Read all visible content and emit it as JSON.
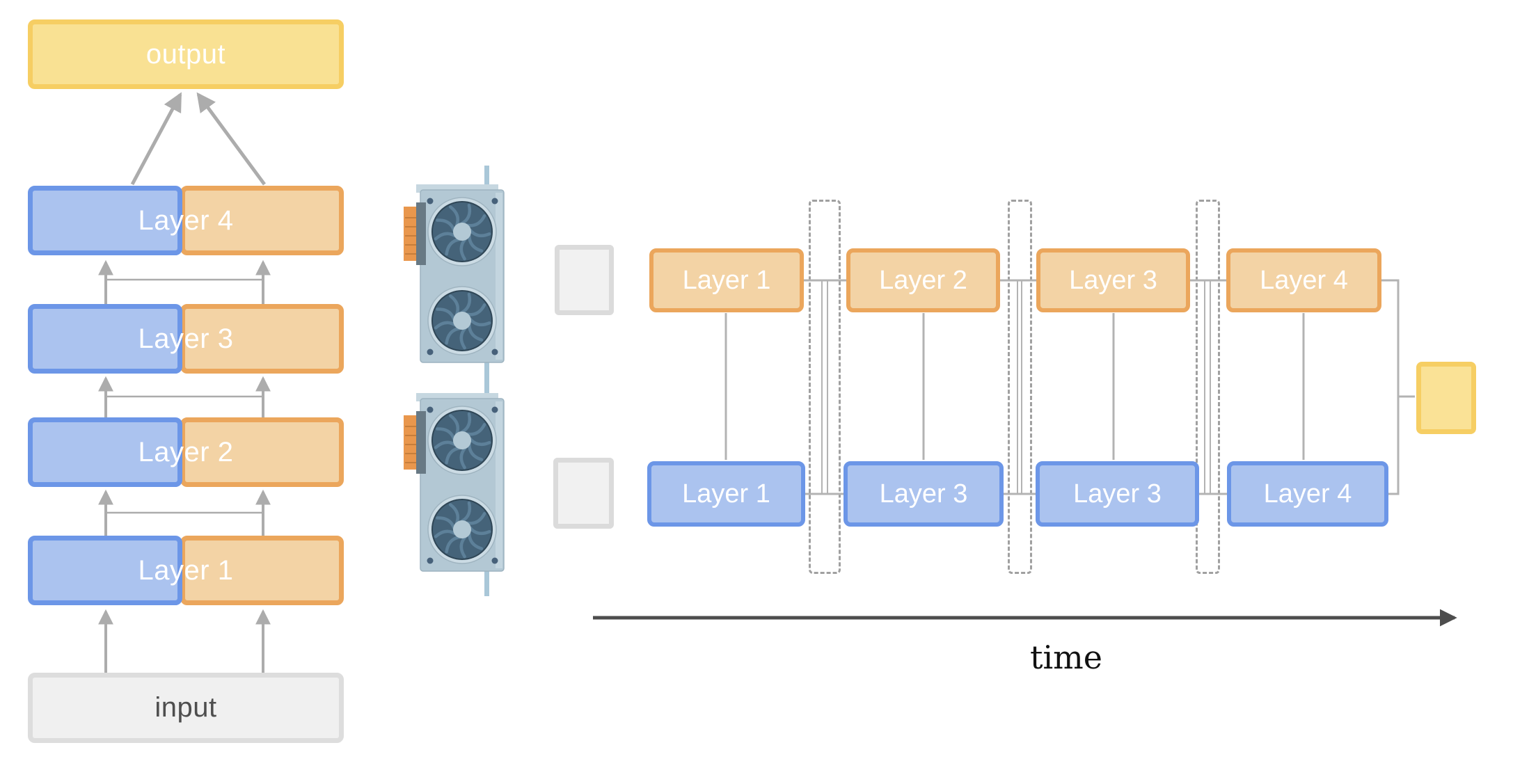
{
  "left_model": {
    "output_label": "output",
    "layers": [
      "Layer 4",
      "Layer 3",
      "Layer 2",
      "Layer 1"
    ],
    "input_label": "input"
  },
  "timeline": {
    "top_row": [
      "Layer 1",
      "Layer 2",
      "Layer 3",
      "Layer 4"
    ],
    "bottom_row": [
      "Layer 1",
      "Layer 3",
      "Layer 3",
      "Layer 4"
    ],
    "time_label": "time"
  },
  "icons": {
    "gpu": "gpu-icon",
    "placeholder": "gpu-slot-square"
  },
  "colors": {
    "blue_fill": "#ABC3EF",
    "blue_border": "#6C96E7",
    "orange_fill": "#F3D3A5",
    "orange_border": "#EBA65C",
    "yellow_fill": "#F9E193",
    "yellow_border": "#F6CE63",
    "gray_fill": "#F0F0F0",
    "gray_border": "#DDDDDD",
    "arrow_gray": "#ACACAC",
    "rail_gray": "#B3B3B3",
    "time_arrow": "#4D4D4D"
  }
}
